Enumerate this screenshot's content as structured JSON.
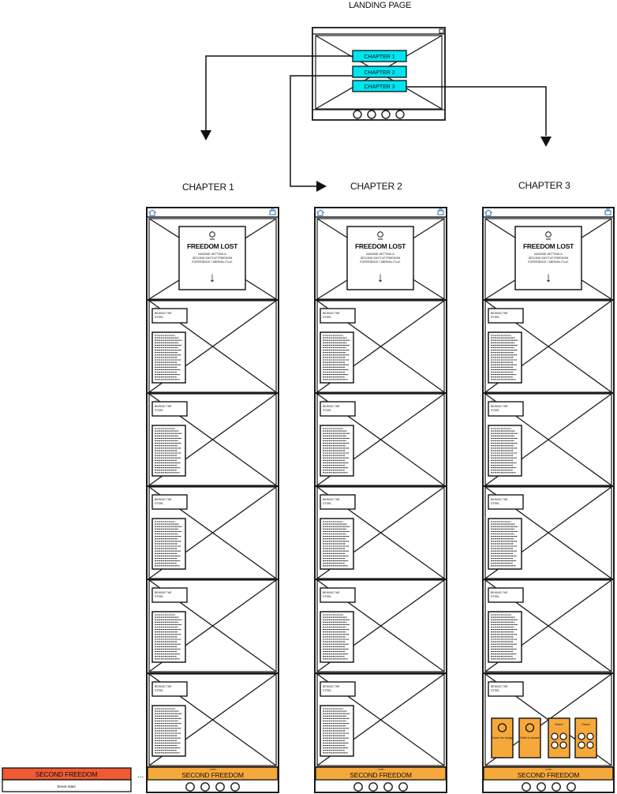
{
  "landing": {
    "title": "LANDING PAGE",
    "chapter_buttons": [
      "CHAPTER 1",
      "CHAPTER 2",
      "CHAPTER 3"
    ],
    "dot_count": 4
  },
  "chapters": [
    {
      "title": "CHAPTER 1",
      "footer": "SECOND FREEDOM",
      "variant": "standard"
    },
    {
      "title": "CHAPTER 2",
      "footer": "SECOND FREEDOM",
      "variant": "standard"
    },
    {
      "title": "CHAPTER 3",
      "footer": "SECOND FREEDOM",
      "variant": "share"
    }
  ],
  "hero": {
    "headline": "FREEDOM LOST",
    "subtext_lines": [
      "IMAGINE GETTING A",
      "SECOND SHOT AT FREEDOM",
      "EXPERIENCE / ARRIVAL FLUX"
    ],
    "arrow": "↓"
  },
  "section": {
    "label_lines": [
      "BEHIND THE",
      "STEEL"
    ],
    "count": 5
  },
  "share_panel": {
    "cards": [
      "Share the badge",
      "Write to donate",
      "Share",
      "Share"
    ]
  },
  "footer_note": "credits",
  "side_footer": {
    "title": "SECOND FREEDOM",
    "subtitle": "Street Stats",
    "ellipsis": "..."
  },
  "colors": {
    "cyan": "#00e5f0",
    "orange": "#f6a93b",
    "red": "#ef5a34",
    "stroke": "#1a1a1a",
    "bg": "#ffffff"
  },
  "icons": {
    "home": "home-icon",
    "print": "print-icon",
    "close": "close-icon",
    "person": "person-icon",
    "arrow": "arrow-down-icon"
  }
}
